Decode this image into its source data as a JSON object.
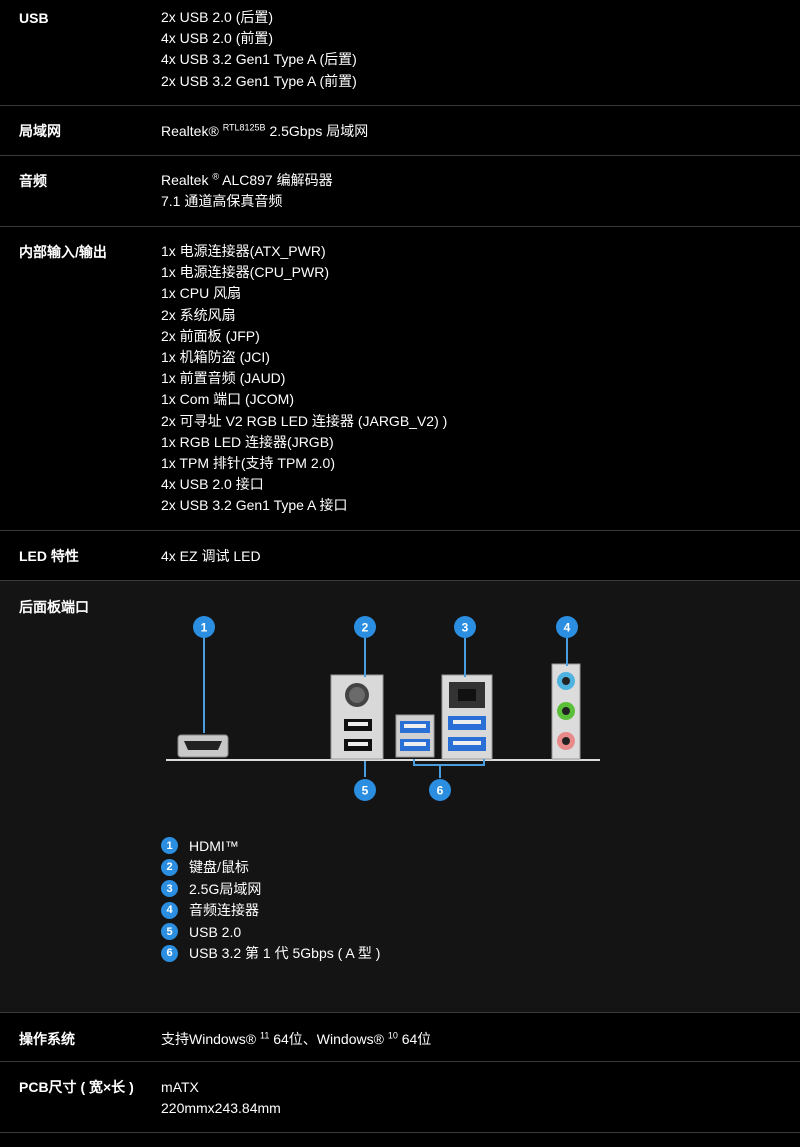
{
  "usb": {
    "label": "USB",
    "lines": [
      "2x USB 2.0 (后置)",
      "4x USB 2.0 (前置)",
      "4x USB 3.2 Gen1 Type A (后置)",
      "2x USB 3.2 Gen1 Type A (前置)"
    ]
  },
  "lan": {
    "label": "局域网",
    "pre": "Realtek®",
    "sup": "RTL8125B",
    "post": "2.5Gbps 局域网"
  },
  "audio": {
    "label": "音频",
    "line1_pre": "Realtek",
    "line1_sup": "®",
    "line1_post": "ALC897 编解码器",
    "line2": "7.1 通道高保真音频"
  },
  "internal_io": {
    "label": "内部输入/输出",
    "lines": [
      "1x 电源连接器(ATX_PWR)",
      "1x 电源连接器(CPU_PWR)",
      "1x CPU 风扇",
      "2x 系统风扇",
      "2x 前面板 (JFP)",
      "1x 机箱防盗 (JCI)",
      "1x 前置音频 (JAUD)",
      "1x Com 端口 (JCOM)",
      "2x 可寻址 V2 RGB LED 连接器 (JARGB_V2) )",
      "1x RGB LED 连接器(JRGB)",
      "1x TPM 排针(支持 TPM 2.0)",
      "4x USB 2.0 接口",
      "2x USB 3.2 Gen1 Type A 接口"
    ]
  },
  "led": {
    "label": "LED 特性",
    "value": "4x EZ 调试 LED"
  },
  "rear": {
    "label": "后面板端口",
    "callouts": [
      "1",
      "2",
      "3",
      "4",
      "5",
      "6"
    ],
    "legend": [
      {
        "n": "1",
        "text": "HDMI™"
      },
      {
        "n": "2",
        "text": "键盘/鼠标"
      },
      {
        "n": "3",
        "text": "2.5G局域网"
      },
      {
        "n": "4",
        "text": "音频连接器"
      },
      {
        "n": "5",
        "text": "USB 2.0"
      },
      {
        "n": "6",
        "text": "USB 3.2 第 1 代 5Gbps ( A 型 )"
      }
    ],
    "colors": {
      "badge": "#2b8ee0",
      "usb3": "#2a6fd6",
      "audio_blue": "#4fb3e0",
      "audio_green": "#5cbf3a",
      "audio_pink": "#e88a8a"
    }
  },
  "os": {
    "label": "操作系统",
    "pre1": "支持Windows®",
    "sup1": "11",
    "mid": "64位、Windows®",
    "sup2": "10",
    "post": "64位"
  },
  "pcb": {
    "label": "PCB尺寸 ( 宽×长 )",
    "lines": [
      "mATX",
      "220mmx243.84mm"
    ]
  }
}
